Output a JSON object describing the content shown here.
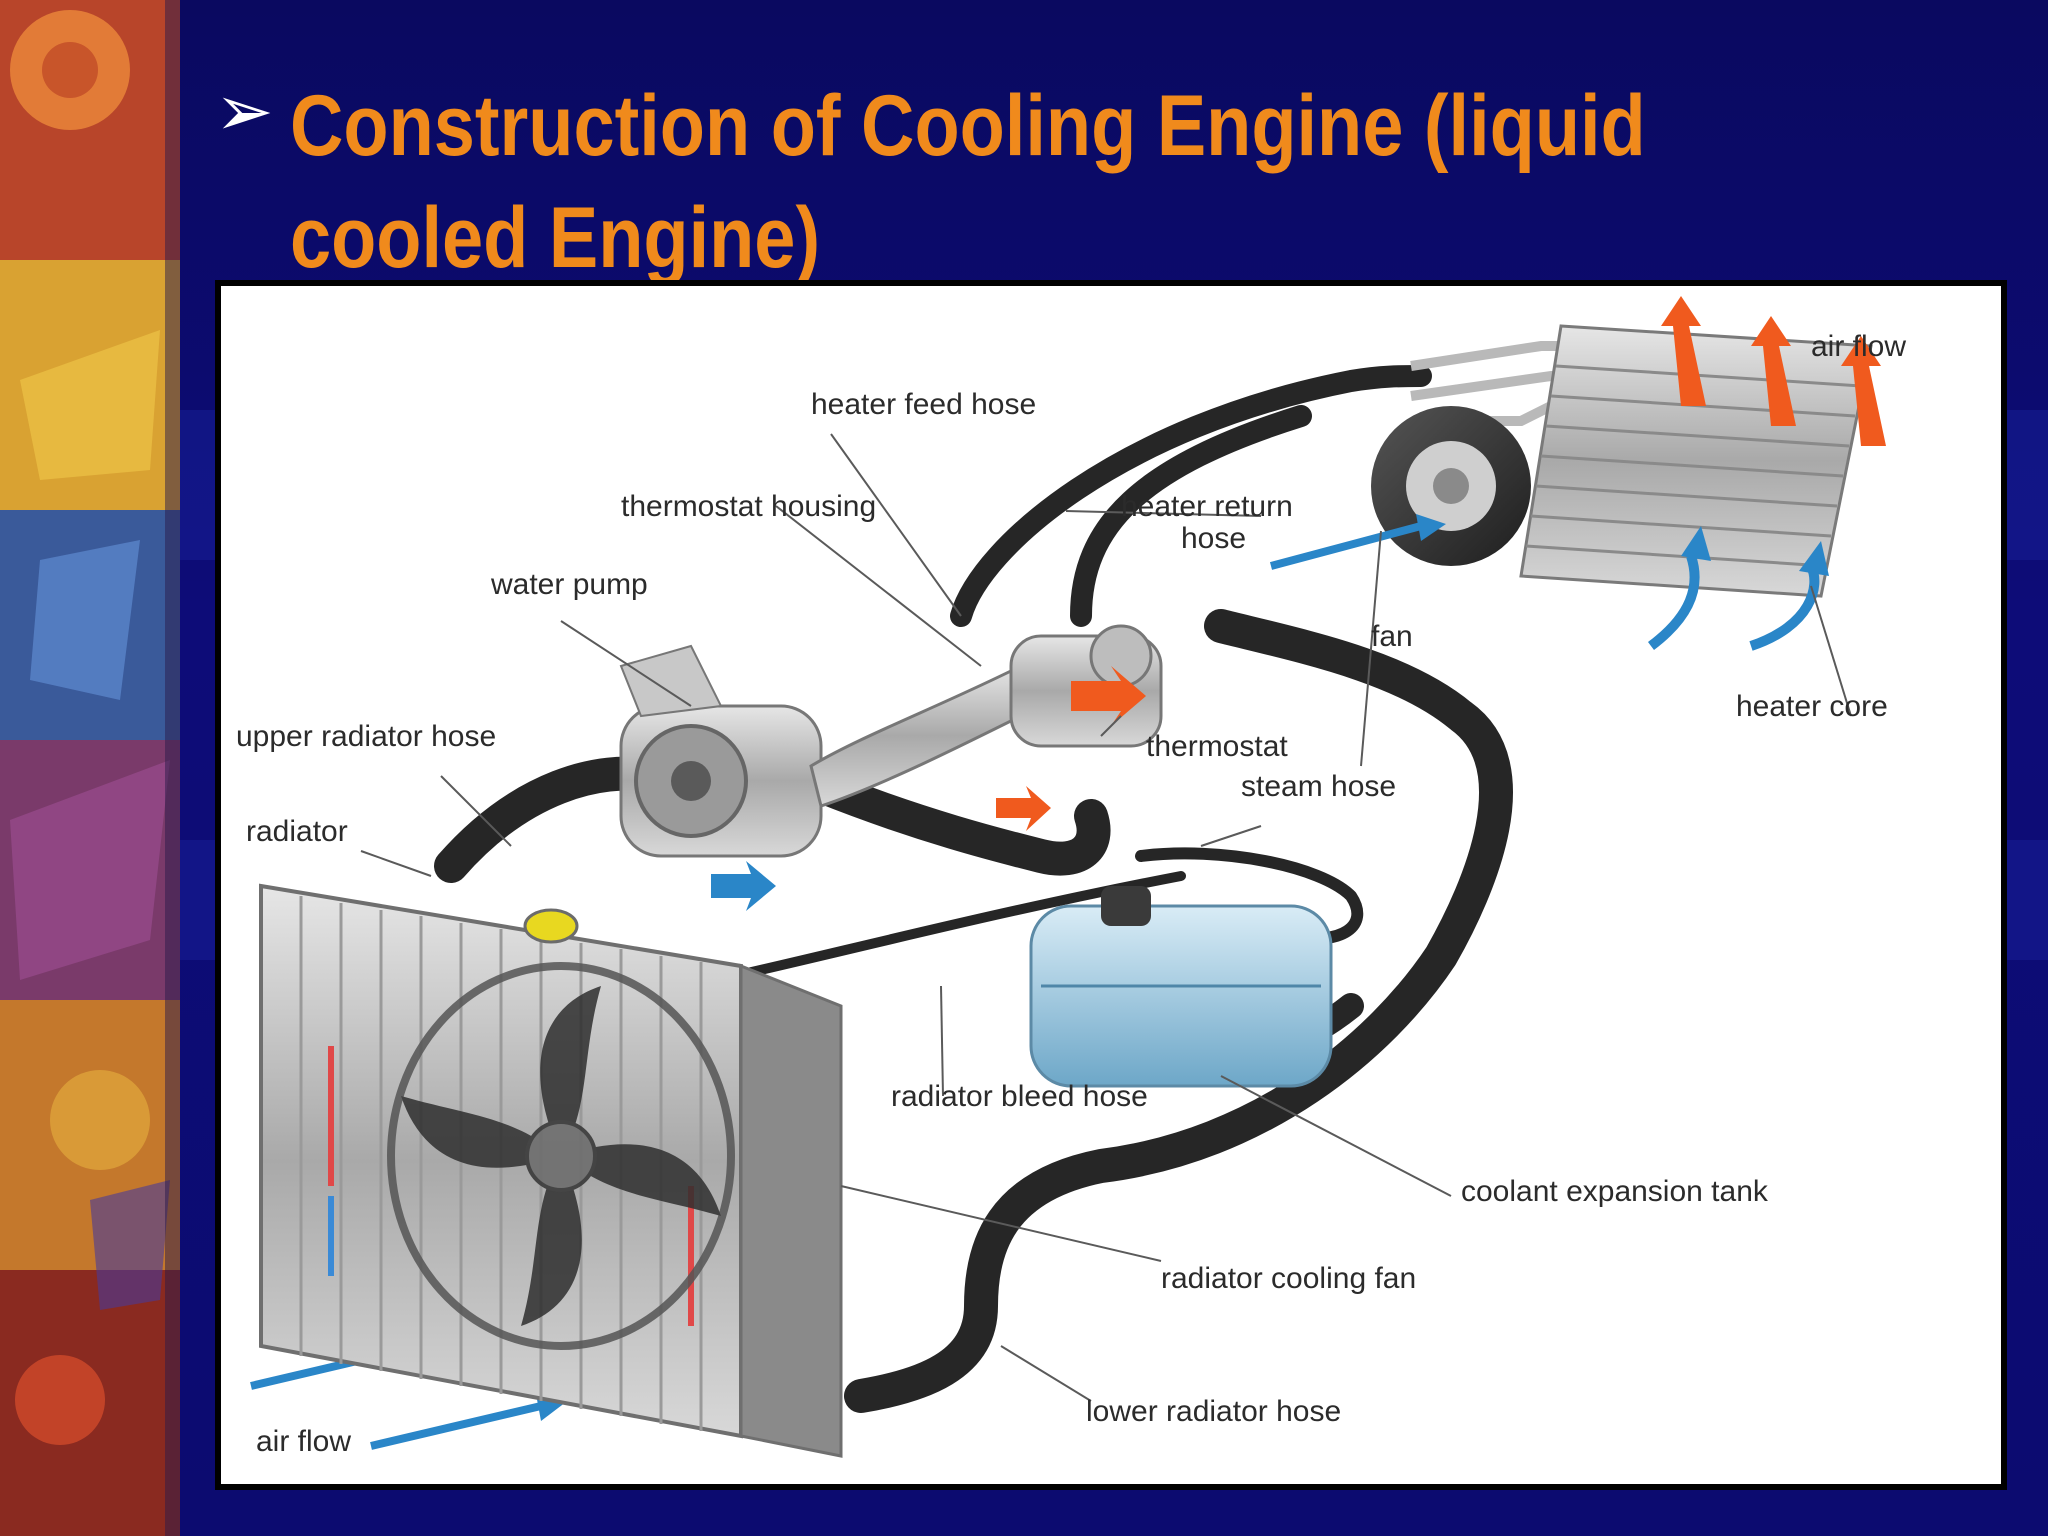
{
  "slide": {
    "title": "Construction of Cooling Engine (liquid cooled Engine)",
    "bullet_icon": "arrow-bullet-icon"
  },
  "diagram": {
    "labels": {
      "air_flow_top": "air flow",
      "heater_feed_hose": "heater feed hose",
      "thermostat_housing": "thermostat housing",
      "heater_return_hose_line1": "heater return",
      "heater_return_hose_line2": "hose",
      "water_pump": "water pump",
      "fan": "fan",
      "heater_core": "heater core",
      "upper_radiator_hose": "upper radiator hose",
      "thermostat": "thermostat",
      "steam_hose": "steam hose",
      "radiator": "radiator",
      "radiator_bleed_hose": "radiator bleed hose",
      "coolant_expansion_tank": "coolant expansion tank",
      "radiator_cooling_fan": "radiator cooling fan",
      "lower_radiator_hose": "lower radiator hose",
      "air_flow_bottom": "air flow"
    },
    "colors": {
      "title": "#f08a1c",
      "background": "#0b0a6b",
      "hot_arrow": "#f05a1e",
      "cool_arrow": "#2a86c8",
      "hose": "#2a2a2a",
      "coolant": "#8fc3e0"
    }
  }
}
